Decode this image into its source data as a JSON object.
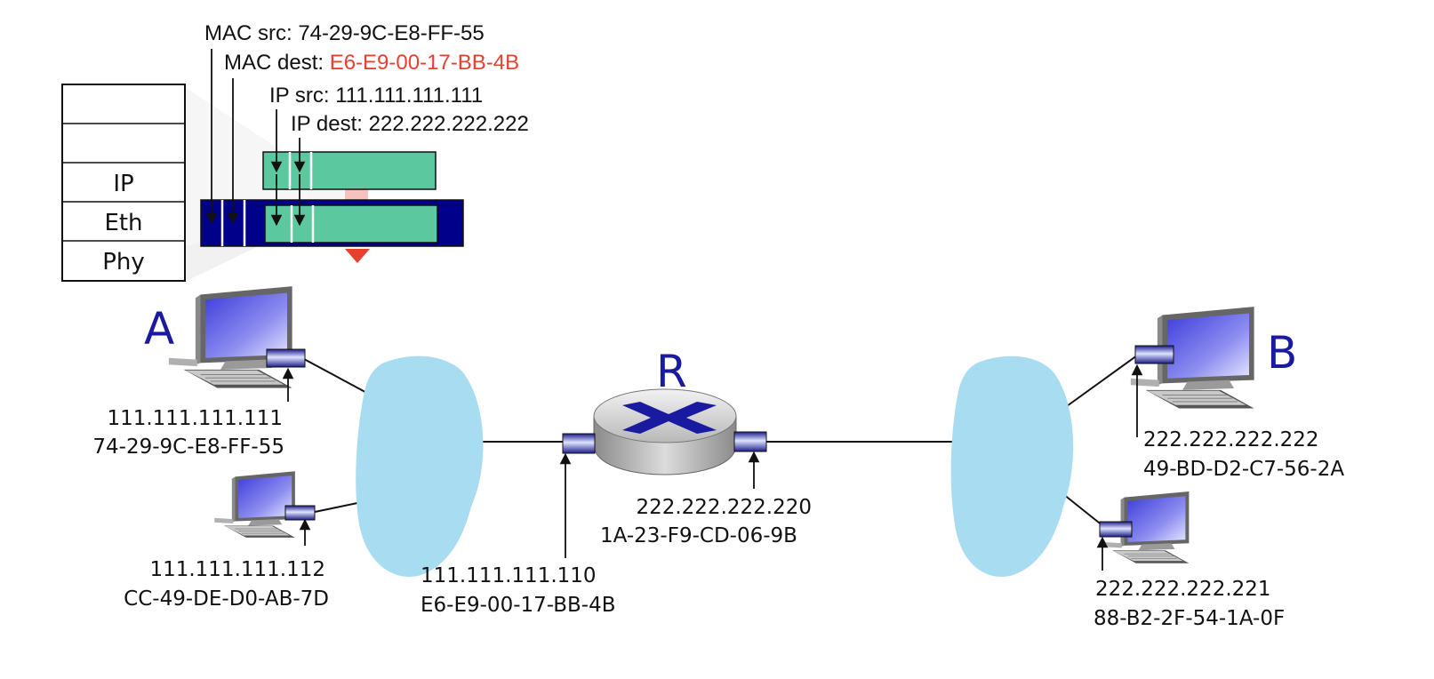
{
  "frame_header": {
    "mac_src_label": "MAC src: 74-29-9C-E8-FF-55",
    "mac_dest_prefix": "MAC dest: ",
    "mac_dest_value": "E6-E9-00-17-BB-4B",
    "ip_src_label": "IP src: 111.111.111.111",
    "ip_dest_label": "IP dest: 222.222.222.222"
  },
  "protocol_stack": {
    "layers": [
      "",
      "",
      "IP",
      "Eth",
      "Phy"
    ]
  },
  "nodes": {
    "host_a": {
      "label": "A",
      "ip": "111.111.111.111",
      "mac": "74-29-9C-E8-FF-55"
    },
    "host_a2": {
      "ip": "111.111.111.112",
      "mac": "CC-49-DE-D0-AB-7D"
    },
    "router": {
      "label": "R",
      "left_ip": "111.111.111.110",
      "left_mac": "E6-E9-00-17-BB-4B",
      "right_ip": "222.222.222.220",
      "right_mac": "1A-23-F9-CD-06-9B"
    },
    "host_b": {
      "label": "B",
      "ip": "222.222.222.222",
      "mac": "49-BD-D2-C7-56-2A"
    },
    "host_b2": {
      "ip": "222.222.222.221",
      "mac": "88-B2-2F-54-1A-0F"
    }
  },
  "colors": {
    "frame_blue": "#00008b",
    "datagram_green": "#5cc8a0",
    "subnet_cloud": "#a8dcf0",
    "highlight_red": "#e8402f",
    "label_blue": "#1a1aa0"
  }
}
